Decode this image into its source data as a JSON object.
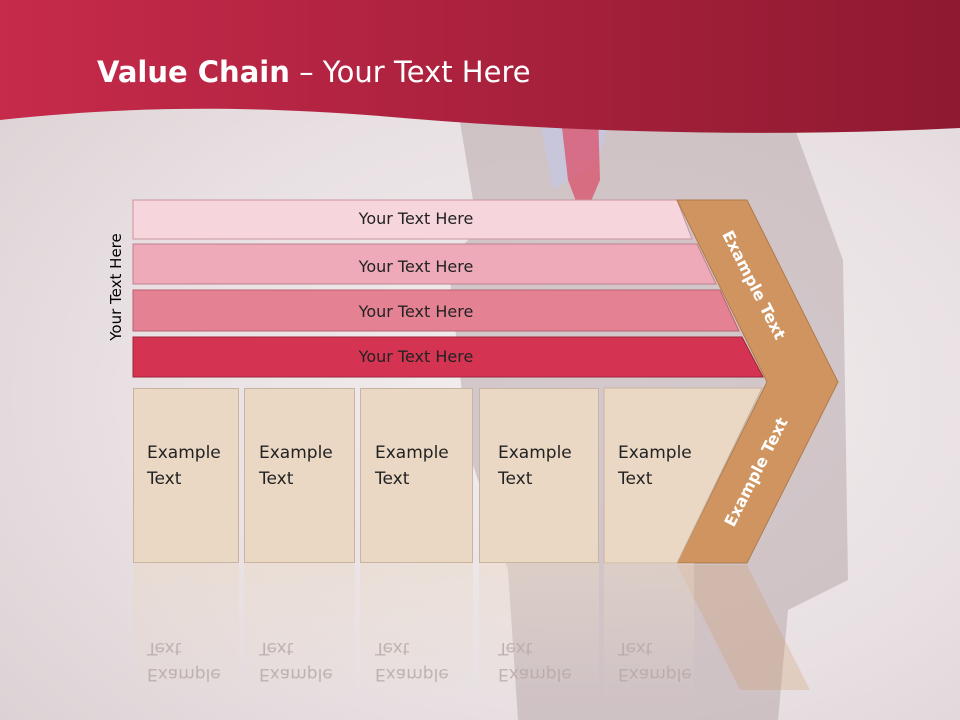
{
  "title": {
    "bold": "Value Chain",
    "rest": " – Your Text Here"
  },
  "side_label": "Your Text Here",
  "bars": [
    {
      "label": "Your Text Here",
      "color": "#f6d5dc"
    },
    {
      "label": "Your Text Here",
      "color": "#eeaab8"
    },
    {
      "label": "Your Text Here",
      "color": "#e48294"
    },
    {
      "label": "Your Text Here",
      "color": "#d43452"
    }
  ],
  "boxes": [
    {
      "line1": "Example",
      "line2": "Text"
    },
    {
      "line1": "Example",
      "line2": "Text"
    },
    {
      "line1": "Example",
      "line2": "Text"
    },
    {
      "line1": "Example",
      "line2": "Text"
    },
    {
      "line1": "Example",
      "line2": "Text"
    }
  ],
  "chevron": {
    "top_label": "Example Text",
    "bottom_label": "Example Text",
    "color": "#cf9460"
  },
  "colors": {
    "header": "#b42040",
    "box_fill": "#ead8c5"
  }
}
